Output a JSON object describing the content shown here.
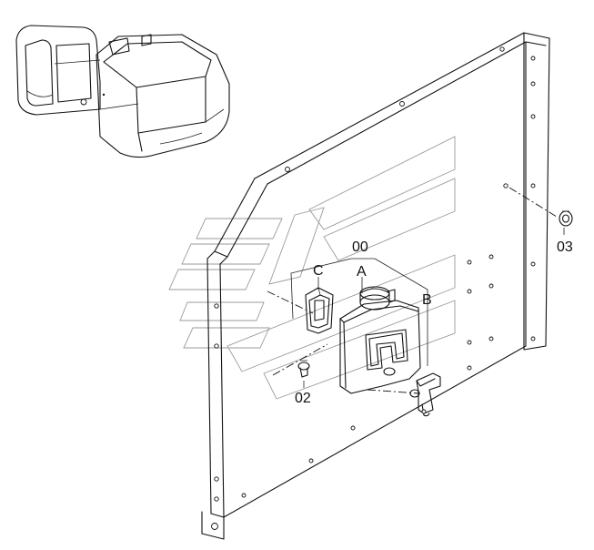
{
  "callouts": {
    "assembly": "00",
    "a": "A",
    "b": "B",
    "c": "C",
    "part_02": "02",
    "part_03": "03"
  }
}
